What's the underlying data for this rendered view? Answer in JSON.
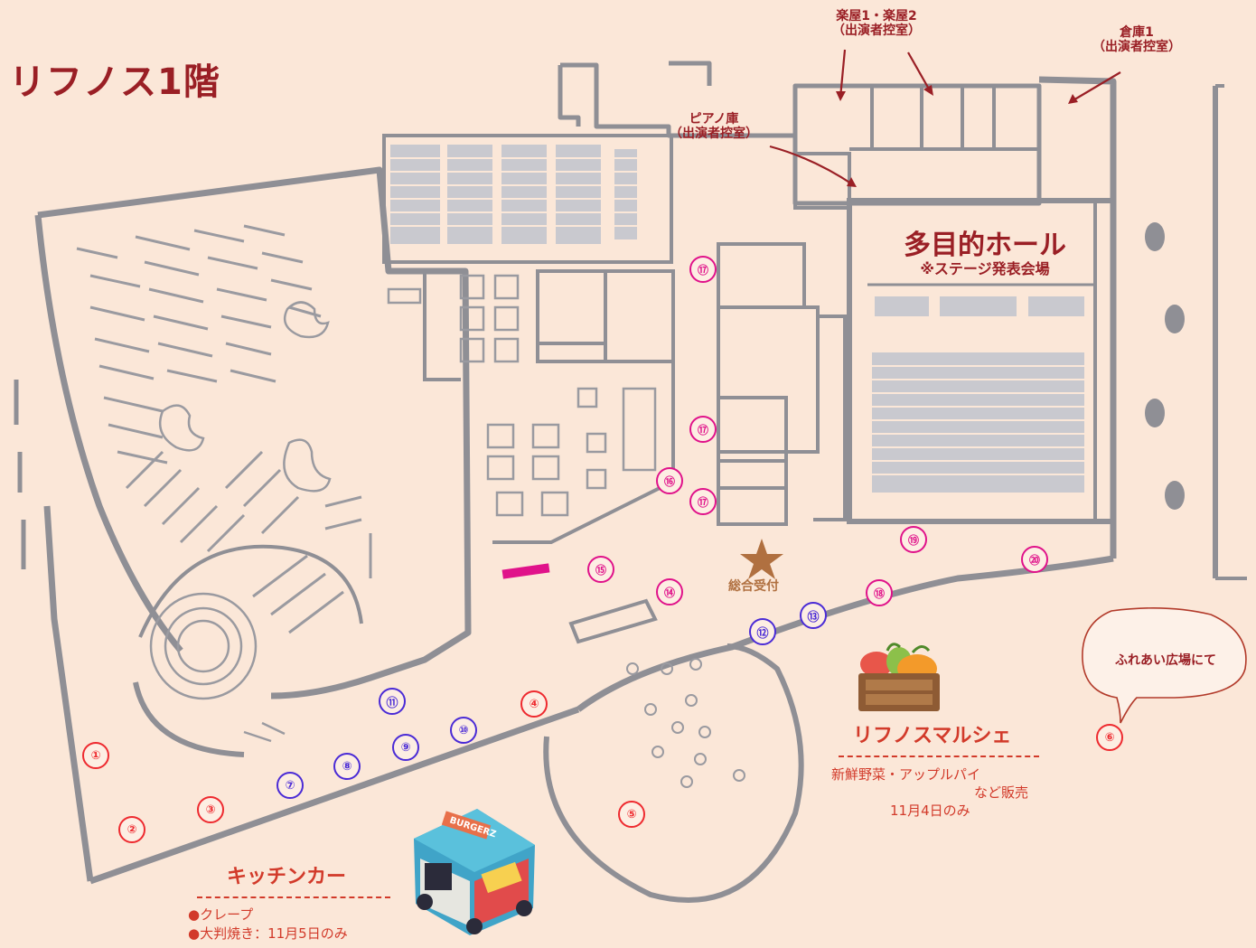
{
  "page_title": "リフノス1階",
  "colors": {
    "wall": "#8f8f95",
    "background": "#fbe7d8",
    "label_dark_red": "#9a1f25",
    "marker_red": "#ee2a2f",
    "marker_blue": "#4a2bd6",
    "marker_pink": "#e0128a",
    "event_red": "#d23a2a",
    "reception_star": "#b07040"
  },
  "rooms": {
    "gakuya": {
      "line1": "楽屋1・楽屋2",
      "line2": "（出演者控室）"
    },
    "souko": {
      "line1": "倉庫1",
      "line2": "（出演者控室）"
    },
    "piano": {
      "line1": "ピアノ庫",
      "line2": "（出演者控室）"
    },
    "hall": {
      "name": "多目的ホール",
      "note": "※ステージ発表会場"
    },
    "reception": {
      "label": "総合受付",
      "icon": "star-icon"
    }
  },
  "markers": [
    {
      "label": "①",
      "color": "red"
    },
    {
      "label": "②",
      "color": "red"
    },
    {
      "label": "③",
      "color": "red"
    },
    {
      "label": "④",
      "color": "red"
    },
    {
      "label": "⑤",
      "color": "red"
    },
    {
      "label": "⑥",
      "color": "red"
    },
    {
      "label": "⑦",
      "color": "blue"
    },
    {
      "label": "⑧",
      "color": "blue"
    },
    {
      "label": "⑨",
      "color": "blue"
    },
    {
      "label": "⑩",
      "color": "blue"
    },
    {
      "label": "⑪",
      "color": "blue"
    },
    {
      "label": "⑫",
      "color": "blue"
    },
    {
      "label": "⑬",
      "color": "blue"
    },
    {
      "label": "⑭",
      "color": "pink"
    },
    {
      "label": "⑮",
      "color": "pink"
    },
    {
      "label": "⑯",
      "color": "pink"
    },
    {
      "label": "⑰",
      "color": "pink"
    },
    {
      "label": "⑰",
      "color": "pink"
    },
    {
      "label": "⑰",
      "color": "pink"
    },
    {
      "label": "⑱",
      "color": "pink"
    },
    {
      "label": "⑲",
      "color": "pink"
    },
    {
      "label": "⑳",
      "color": "pink"
    }
  ],
  "marche": {
    "title": "リフノスマルシェ",
    "line1": "新鮮野菜・アップルパイ",
    "line2": "など販売",
    "line3": "11月4日のみ",
    "icon": "vegetable-crate-icon"
  },
  "kitchen_car": {
    "title": "キッチンカー",
    "items": [
      "●クレープ",
      "●大判焼き：11月5日のみ"
    ],
    "icon": "food-truck-icon",
    "truck_sign": "BURGERZ"
  },
  "fureai": {
    "text": "ふれあい広場にて"
  }
}
